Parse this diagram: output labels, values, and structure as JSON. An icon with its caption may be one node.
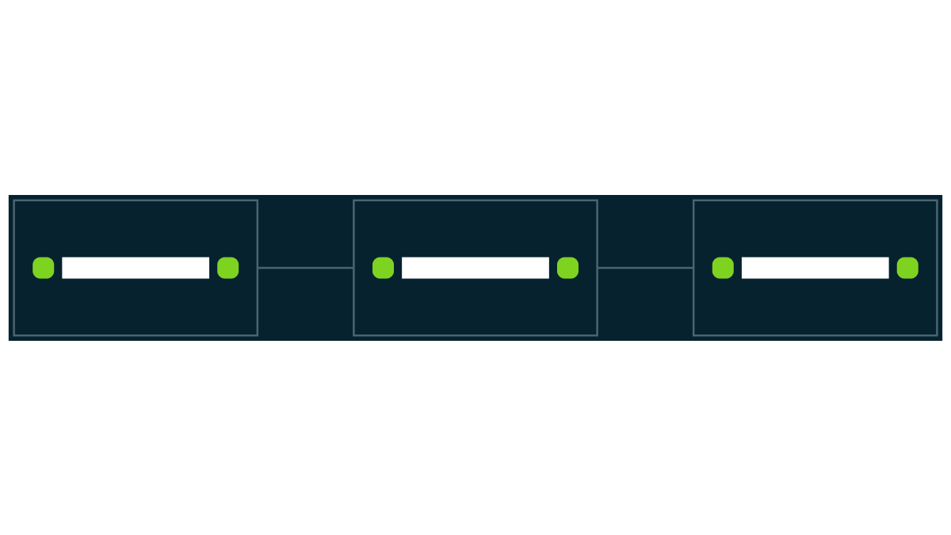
{
  "diagram": {
    "nodes": [
      {
        "text": [],
        "shape": "box"
      },
      {
        "text": [],
        "shape": "box"
      },
      {
        "text": [],
        "shape": "box"
      }
    ],
    "edges": [
      {
        "from": 0,
        "to": 1,
        "arrow": "none"
      },
      {
        "from": 1,
        "to": 2,
        "arrow": "none"
      }
    ]
  }
}
